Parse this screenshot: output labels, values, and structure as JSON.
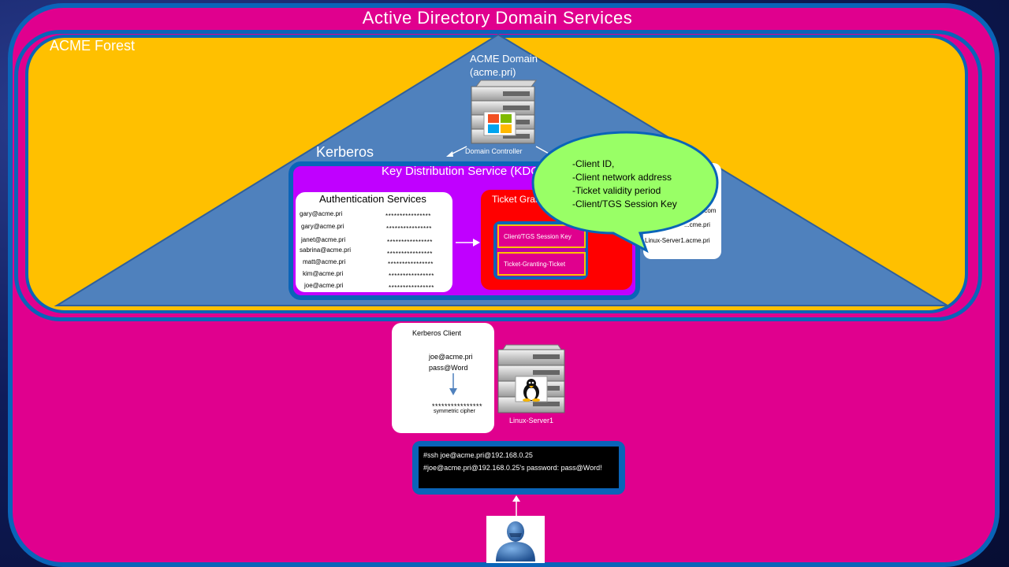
{
  "title": "Active  Directory Domain Services",
  "forest_label": "ACME Forest",
  "domain": {
    "name": "ACME Domain",
    "fqdn": "(acme.pri)"
  },
  "domain_controller_label": "Domain Controller",
  "kerberos_label": "Kerberos",
  "kds_title": "Key Distribution Service (KDC)",
  "auth_services": {
    "title": "Authentication Services",
    "users": [
      {
        "user": "gary@acme.pri",
        "hash": "****************"
      },
      {
        "user": "gary@acme.pri",
        "hash": "****************"
      },
      {
        "user": "janet@acme.pri",
        "hash": "****************"
      },
      {
        "user": "sabrina@acme.pri",
        "hash": "****************"
      },
      {
        "user": "matt@acme.pri",
        "hash": "****************"
      },
      {
        "user": "kim@acme.pri",
        "hash": "****************"
      },
      {
        "user": "joe@acme.pri",
        "hash": "****************"
      }
    ]
  },
  "tgs": {
    "title": "Ticket Granting Service",
    "items": [
      "Client/TGS Session Key",
      "Ticket-Granting-Ticket"
    ]
  },
  "dns_box": {
    "rows": [
      "...e.com",
      "...cme.pri",
      "Linux-Server1.acme.pri"
    ]
  },
  "bubble_lines": [
    "-Client ID,",
    "-Client network address",
    "-Ticket validity period",
    "-Client/TGS Session Key"
  ],
  "kerberos_client": {
    "title": "Kerberos Client",
    "user": "joe@acme.pri",
    "password": "pass@Word",
    "cipher_stars": "****************",
    "cipher_label": "symmetric cipher"
  },
  "linux_server_label": "Linux-Server1",
  "terminal": {
    "line1": "#ssh joe@acme.pri@192.168.0.25",
    "line2": "#joe@acme.pri@192.168.0.25's password:  pass@Word!"
  },
  "colors": {
    "magenta": "#e0008e",
    "border_blue": "#0a64b8",
    "forest_yellow": "#ffc000",
    "triangle_blue": "#4f81bd",
    "kds_purple": "#c000ff",
    "tgs_red": "#ff0000",
    "bubble_green": "#99ff66"
  },
  "icons": [
    "windows-server-icon",
    "linux-server-icon",
    "user-avatar-icon"
  ]
}
